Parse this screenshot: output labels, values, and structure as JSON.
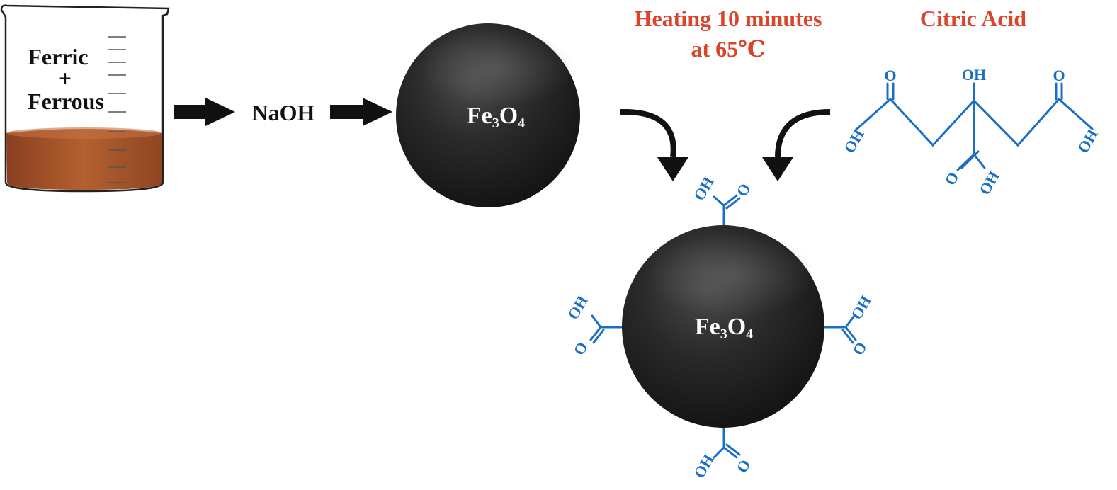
{
  "beaker": {
    "line1": "Ferric",
    "line2": "+",
    "line3": "Ferrous"
  },
  "reagent": "NaOH",
  "core": {
    "formula_base": "Fe",
    "formula_sub1": "3",
    "formula_mid": "O",
    "formula_sub2": "4"
  },
  "heating": {
    "line1": "Heating 10 minutes",
    "line2": "at 65",
    "unit": "℃"
  },
  "citric_acid": {
    "title": "Citric Acid",
    "o_label": "O",
    "oh_label": "OH"
  },
  "colors": {
    "red_text": "#d9442b",
    "blue_structure": "#1a6fc4",
    "beaker_liquid": "#a5532a",
    "particle": "#222222"
  }
}
